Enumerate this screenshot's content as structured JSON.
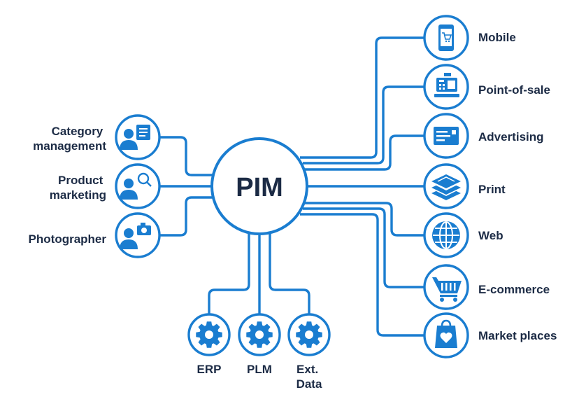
{
  "hub": {
    "label": "PIM"
  },
  "users": [
    {
      "lines": [
        "Category",
        "management"
      ],
      "icon": "person-document-icon"
    },
    {
      "lines": [
        "Product",
        "marketing"
      ],
      "icon": "person-magnifier-icon"
    },
    {
      "lines": [
        "Photographer"
      ],
      "icon": "person-camera-icon"
    }
  ],
  "sources": [
    {
      "lines": [
        "ERP"
      ],
      "icon": "gear-icon"
    },
    {
      "lines": [
        "PLM"
      ],
      "icon": "gear-icon"
    },
    {
      "lines": [
        "Ext.",
        "Data"
      ],
      "icon": "gear-icon"
    }
  ],
  "channels": [
    {
      "lines": [
        "Mobile"
      ],
      "icon": "mobile-cart-icon"
    },
    {
      "lines": [
        "Point-of-sale"
      ],
      "icon": "cash-register-icon"
    },
    {
      "lines": [
        "Advertising"
      ],
      "icon": "billboard-icon"
    },
    {
      "lines": [
        "Print"
      ],
      "icon": "layers-icon"
    },
    {
      "lines": [
        "Web"
      ],
      "icon": "globe-icon"
    },
    {
      "lines": [
        "E-commerce"
      ],
      "icon": "shopping-cart-icon"
    },
    {
      "lines": [
        "Market places"
      ],
      "icon": "shopping-bag-heart-icon"
    }
  ],
  "colors": {
    "accent": "#1a7dd0",
    "text": "#1c2b45"
  }
}
